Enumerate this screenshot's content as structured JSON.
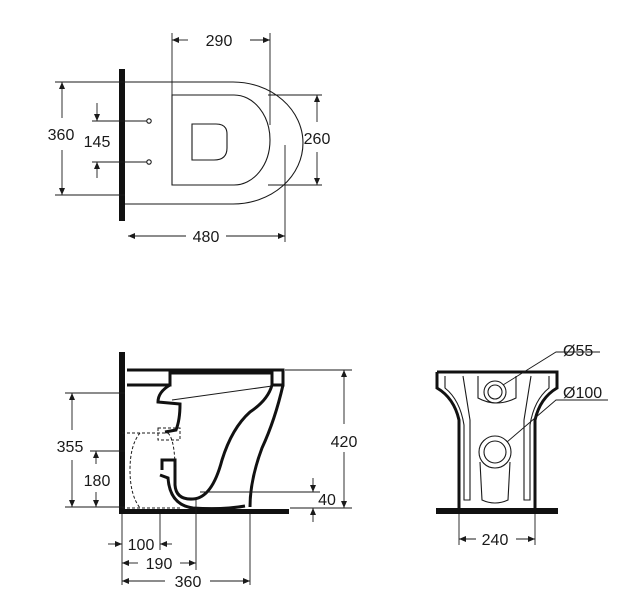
{
  "top_view": {
    "width_seat": "290",
    "overall_width": "360",
    "fixing_spacing": "145",
    "inner_width": "260",
    "depth": "480"
  },
  "side_view": {
    "inlet_height": "355",
    "outlet_height": "180",
    "total_height": "420",
    "outlet_offset": "40",
    "wall_distance_1": "100",
    "wall_distance_2": "190",
    "overall_depth": "360"
  },
  "back_view": {
    "inlet_diameter": "Ø55",
    "outlet_diameter": "Ø100",
    "width": "240"
  }
}
